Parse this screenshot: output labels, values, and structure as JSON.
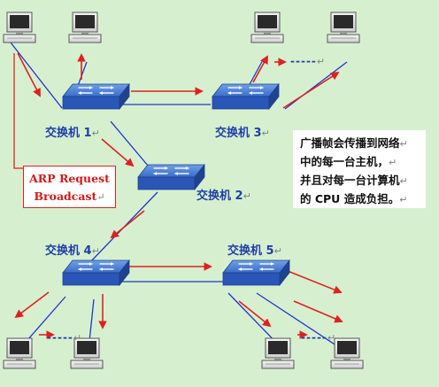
{
  "switches": [
    {
      "label": "交换机 1"
    },
    {
      "label": "交换机 2"
    },
    {
      "label": "交换机 3"
    },
    {
      "label": "交换机 4"
    },
    {
      "label": "交换机 5"
    }
  ],
  "ellipsis": "-----",
  "paragraph_mark": "↵",
  "arp_box": {
    "line1": "ARP Request",
    "line2": "Broadcast"
  },
  "note": {
    "lines": [
      "广播帧会传播到网络",
      "中的每一台主机，",
      "并且对每一台计算机",
      "的 CPU 造成负担。"
    ]
  },
  "colors": {
    "background": "#d6f0cf",
    "link": "#2233cc",
    "arrow": "#e02020",
    "switch": "#2a56b8",
    "label": "#1f3fa8"
  }
}
